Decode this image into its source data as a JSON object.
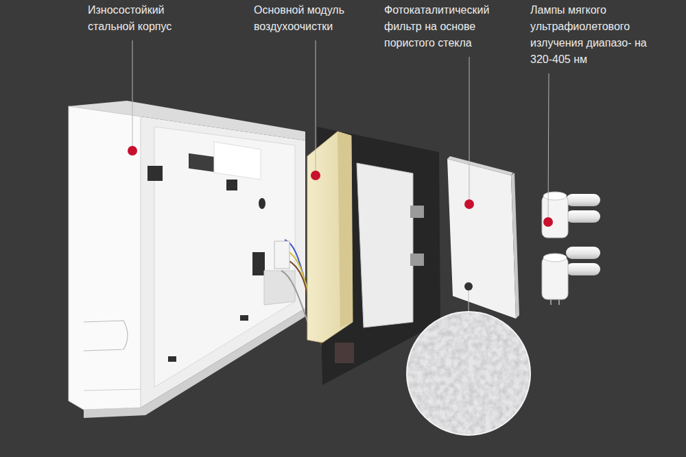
{
  "diagram": {
    "labels": [
      "Износостойкий стальной корпус",
      "Основной модуль воздухоочистки",
      "Фотокаталитический фильтр на основе пористого стекла",
      "Лампы мягкого ультрафиолетового излучения диапазо- на 320-405 нм"
    ]
  }
}
